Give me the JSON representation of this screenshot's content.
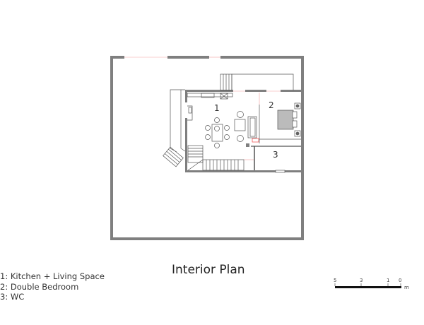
{
  "title": "Interior Plan",
  "rooms": [
    {
      "number": "1",
      "legend": "1: Kitchen + Living Space"
    },
    {
      "number": "2",
      "legend": "2: Double Bedroom"
    },
    {
      "number": "3",
      "legend": "3: WC"
    }
  ],
  "scale_bar": {
    "ticks": [
      "5",
      "3",
      "1",
      "0"
    ],
    "unit": "m"
  },
  "colors": {
    "wall": "#7f7f7f",
    "line": "#555555",
    "guide": "#f2a0a0"
  }
}
